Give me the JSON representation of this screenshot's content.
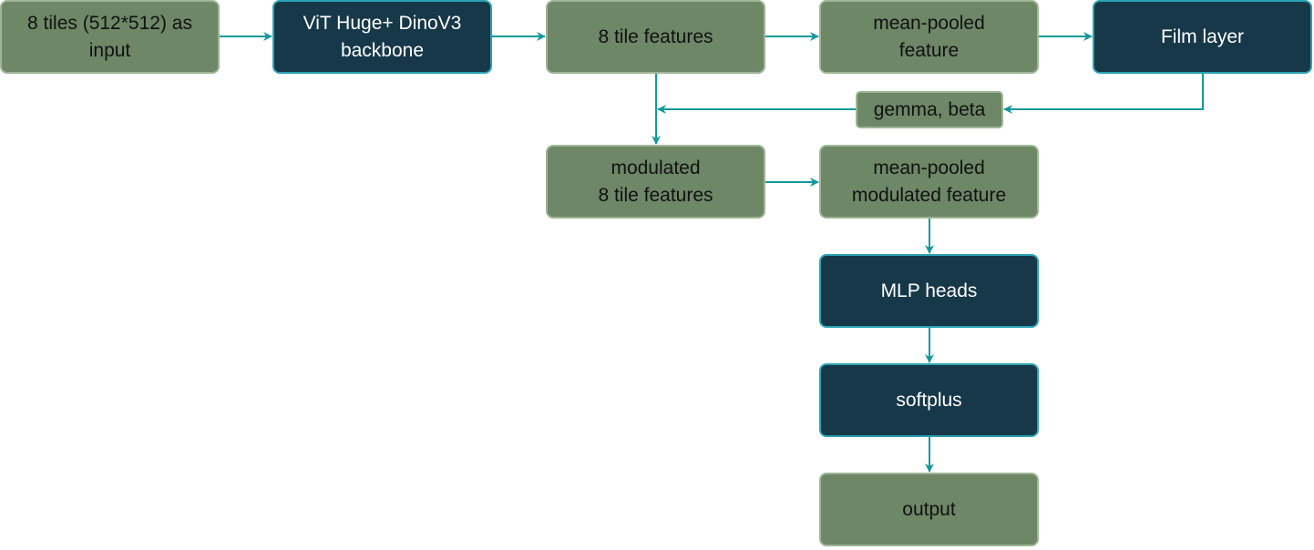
{
  "nodes": {
    "input": "8 tiles (512*512) as\ninput",
    "backbone": "ViT Huge+ DinoV3\nbackbone",
    "tile_features": "8 tile features",
    "mean_pooled": "mean-pooled\nfeature",
    "film": "Film layer",
    "gemma_beta": "gemma, beta",
    "modulated": "modulated\n8 tile features",
    "mean_pooled_modulated": "mean-pooled\nmodulated feature",
    "mlp": "MLP heads",
    "softplus": "softplus",
    "output": "output"
  },
  "colors": {
    "green_fill": "#6d8767",
    "green_border": "#9fb596",
    "dark_fill": "#163849",
    "dark_border": "#2ba2b2",
    "arrow": "#14999a"
  }
}
